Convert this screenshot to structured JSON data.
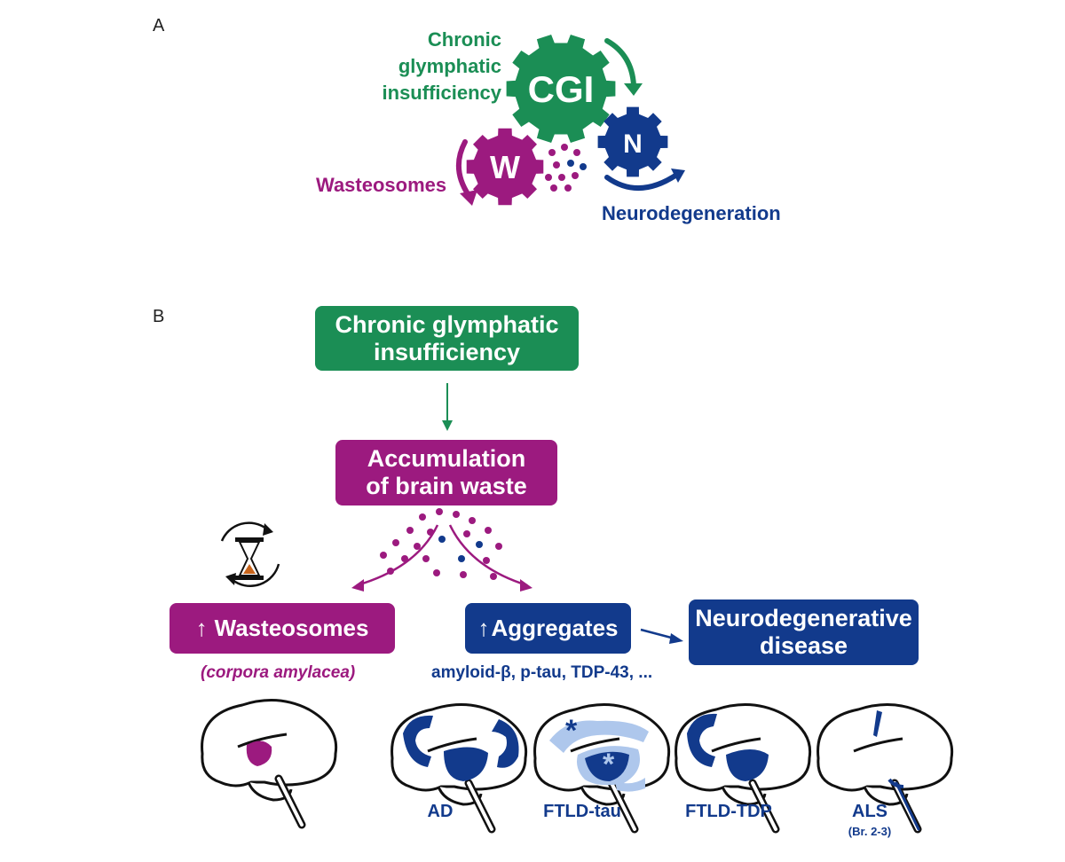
{
  "panel_a": {
    "letter": "A",
    "cgi_title_lines": [
      "Chronic",
      "glymphatic",
      "insufficiency"
    ],
    "cgi_gear_text": "CGI",
    "w_gear_text": "W",
    "n_gear_text": "N",
    "wasteosomes_label": "Wasteosomes",
    "neurodegeneration_label": "Neurodegeneration",
    "colors": {
      "green": "#1b8e55",
      "magenta": "#9c1a7f",
      "navy": "#123a8c"
    }
  },
  "panel_b": {
    "letter": "B",
    "cgi_box_lines": [
      "Chronic glymphatic",
      "insufficiency"
    ],
    "accumulation_box_lines": [
      "Accumulation",
      "of brain waste"
    ],
    "wasteosomes_box": "Wasteosomes",
    "wasteosomes_sub": "(corpora amylacea)",
    "aggregates_box": "Aggregates",
    "aggregates_sub": "amyloid-β, p-tau, TDP-43, ...",
    "neuro_box_lines": [
      "Neurodegenerative",
      "disease"
    ],
    "up_arrow": "↑",
    "brains": [
      {
        "label": ""
      },
      {
        "label": "AD"
      },
      {
        "label": "FTLD-tau"
      },
      {
        "label": "FTLD-TDP"
      },
      {
        "label": "ALS",
        "sublabel": "(Br. 2-3)"
      }
    ]
  }
}
